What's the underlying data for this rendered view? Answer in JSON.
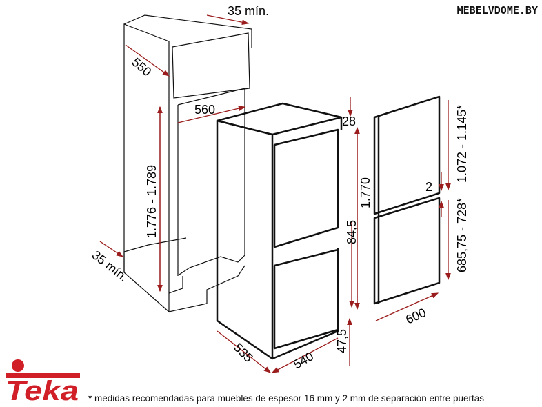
{
  "watermark": "MEBELVDOME.BY",
  "brand": "Teka",
  "colors": {
    "dimension": "#9b1c1c",
    "brand": "#d01f26",
    "line": "#111111"
  },
  "dimensions": {
    "top_gap": "35 mín.",
    "cabinet_depth": "550",
    "niche_width": "560",
    "niche_height": "1.776 - 1.789",
    "bottom_gap": "35 mín.",
    "top_offset": "28",
    "appliance_height": "1.770",
    "door_gap_height": "84,5",
    "bottom_offset": "47,5",
    "appliance_depth": "535",
    "appliance_width": "540",
    "door_separation": "2",
    "upper_door_height": "1.072 - 1.145*",
    "lower_door_height": "685,75 - 728*",
    "door_width": "600"
  },
  "footnote": "* medidas recomendadas para muebles de espesor 16 mm y 2 mm de separación entre puertas"
}
